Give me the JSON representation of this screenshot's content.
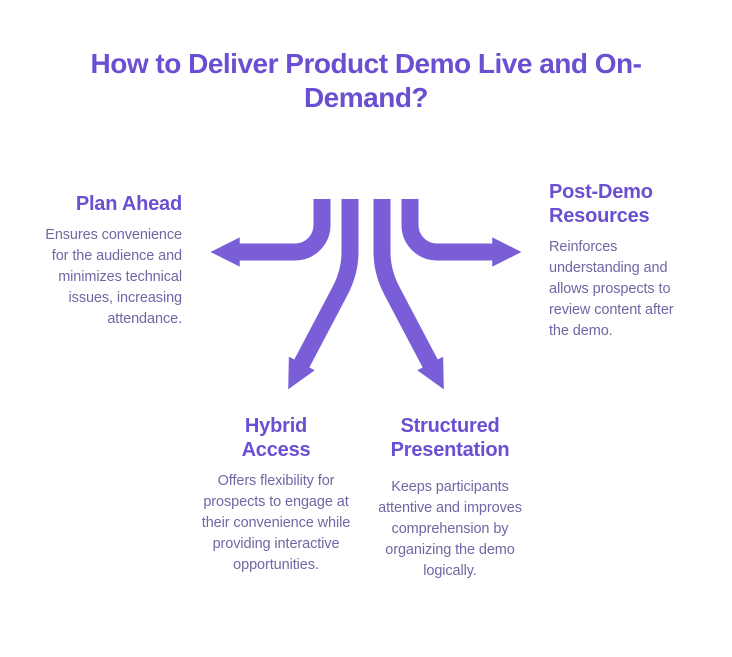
{
  "title": "How to Deliver Product Demo Live and On-\nDemand?",
  "colors": {
    "heading": "#6b4fd2",
    "body_text": "#6e68a5",
    "arrow": "#7a5ed8",
    "background": "#ffffff"
  },
  "sections": {
    "plan_ahead": {
      "heading": "Plan Ahead",
      "body": "Ensures convenience\nfor the audience and\nminimizes technical\nissues, increasing\nattendance."
    },
    "post_demo": {
      "heading": "Post-Demo\nResources",
      "body": "Reinforces\nunderstanding and\nallows prospects to\nreview content after\nthe demo."
    },
    "hybrid_access": {
      "heading": "Hybrid\nAccess",
      "body": "Offers flexibility for\nprospects to engage at\ntheir convenience while\nproviding interactive\nopportunities."
    },
    "structured_presentation": {
      "heading": "Structured\nPresentation",
      "body": "Keeps participants\nattentive and improves\ncomprehension by\norganizing the demo\nlogically."
    }
  }
}
